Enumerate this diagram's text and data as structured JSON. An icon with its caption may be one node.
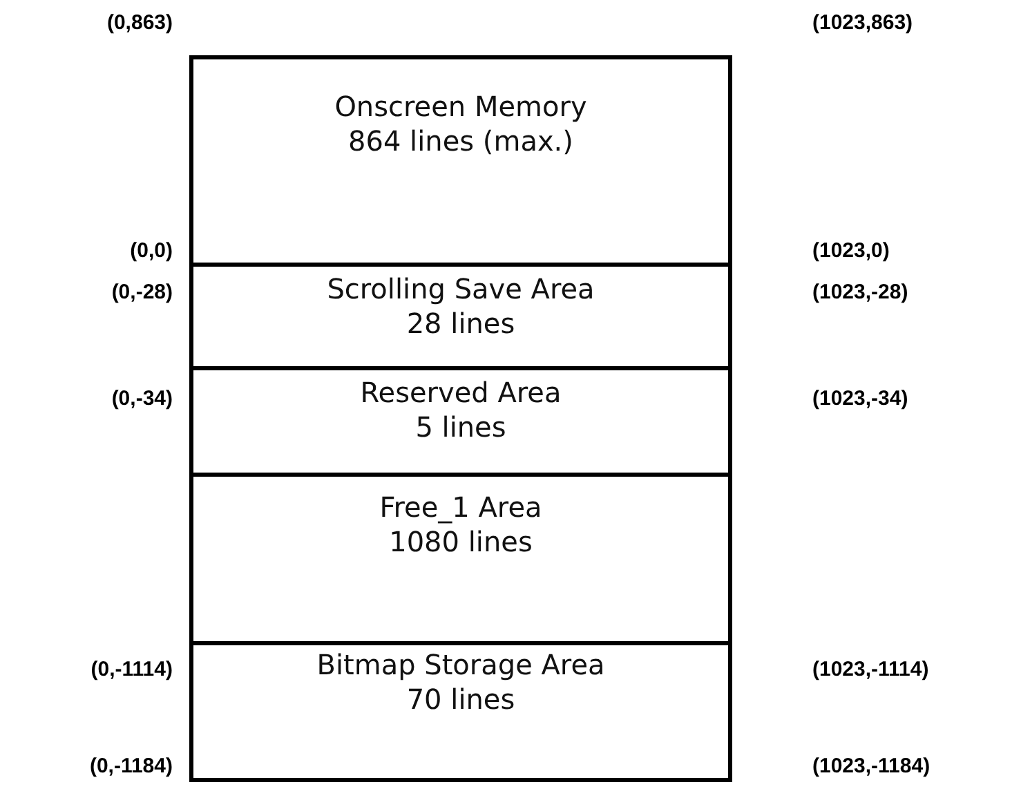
{
  "diagram": {
    "nodes": [
      {
        "text": [
          "Onscreen Memory",
          "864 lines (max.)"
        ]
      },
      {
        "text": [
          "Scrolling Save Area",
          "28 lines"
        ]
      },
      {
        "text": [
          "Reserved Area",
          "5 lines"
        ]
      },
      {
        "text": [
          "Free_1 Area",
          "1080 lines"
        ]
      },
      {
        "text": [
          "Bitmap Storage Area",
          "70 lines"
        ]
      }
    ],
    "labels": [
      "(0,863)",
      "(1023,863)",
      "(0,0)",
      "(1023,0)",
      "(0,-28)",
      "(1023,-28)",
      "(0,-34)",
      "(1023,-34)",
      "(0,-1114)",
      "(1023,-1114)",
      "(0,-1184)",
      "(1023,-1184)"
    ]
  }
}
